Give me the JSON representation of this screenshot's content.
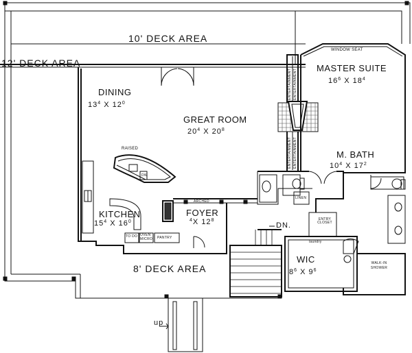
{
  "labels": {
    "deck_10": "10' DECK AREA",
    "deck_12": "12' DECK AREA",
    "deck_8": "8' DECK AREA",
    "window_seat": "WINDOW SEAT",
    "master_suite": "MASTER SUITE",
    "master_suite_dim": {
      "a": "16",
      "a_sup": "6",
      "x": "X",
      "b": "18",
      "b_sup": "4"
    },
    "dining": "DINING",
    "dining_dim": {
      "a": "13",
      "a_sup": "4",
      "x": "X",
      "b": "12",
      "b_sup": "0"
    },
    "great_room": "GREAT ROOM",
    "great_room_dim": {
      "a": "20",
      "a_sup": "4",
      "x": "X",
      "b": "20",
      "b_sup": "8"
    },
    "raised": "RAISED",
    "dw": "DW",
    "m_bath": "M. BATH",
    "m_bath_dim": {
      "a": "10",
      "a_sup": "4",
      "x": "X",
      "b": "17",
      "b_sup": "2"
    },
    "entertainment": "ENTERTAINMENT",
    "linen": "LINEN",
    "entry_closet": "ENTRY CLOSET",
    "arched": "ARCHED",
    "kitchen": "KITCHEN",
    "kitchen_dim": {
      "a": "15",
      "a_sup": "4",
      "x": "X",
      "b": "16",
      "b_sup": "0"
    },
    "foyer": "FOYER",
    "foyer_dim": {
      "a_sup": "4",
      "x": "X",
      "b": "12",
      "b_sup": "8"
    },
    "dn": "DN.",
    "laundry": "laundry",
    "wic": "WIC",
    "wic_dim": {
      "a": "8",
      "a_sup": "6",
      "x": "X",
      "b": "9",
      "b_sup": "6"
    },
    "walk_in_shower": "WALK-IN SHOWER",
    "oven": "OVEN",
    "micro": "MICRO",
    "pantry": "PANTRY",
    "to_do": "TO DO",
    "up": "up"
  }
}
